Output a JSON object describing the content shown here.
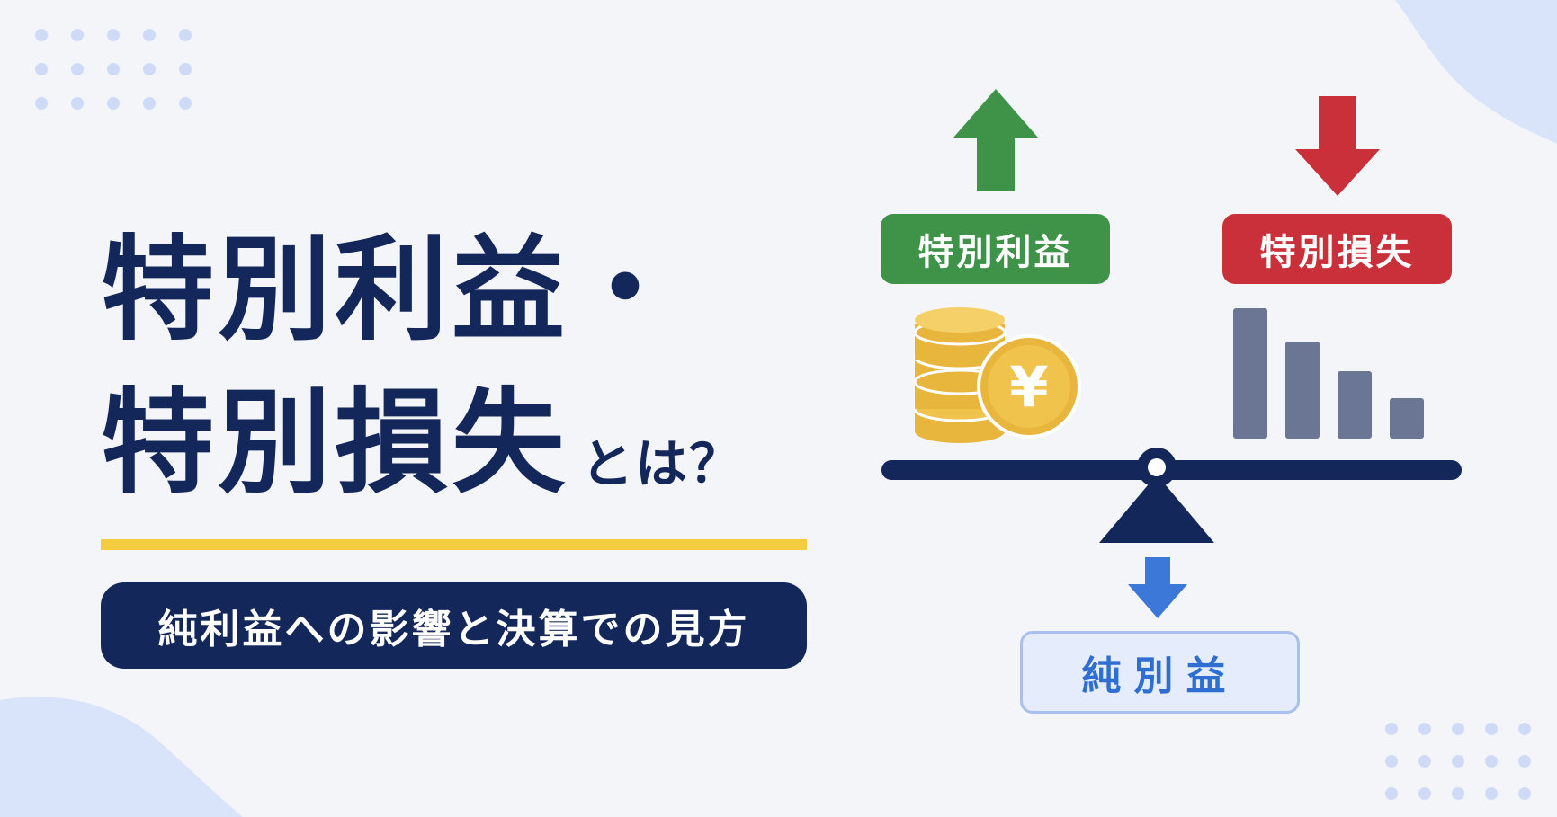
{
  "headline": {
    "line1": "特別利益・",
    "line2": "特別損失",
    "suffix": "とは？"
  },
  "subtitle": "純利益への影響と決算での見方",
  "illustration": {
    "gain_label": "特別利益",
    "loss_label": "特別損失",
    "net_label": "純別益",
    "coin_symbol": "¥",
    "colors": {
      "navy": "#14275a",
      "green": "#3f9348",
      "red": "#c9303a",
      "blue": "#2f6fd1",
      "gold": "#f0c34c",
      "bar_gray": "#6b7594",
      "accent_yellow": "#f4cd3f"
    },
    "icons": [
      "green-up-arrow-icon",
      "red-down-arrow-icon",
      "blue-down-arrow-icon",
      "coin-stack-icon",
      "yen-coin-icon",
      "declining-bars-icon",
      "balance-scale-icon"
    ]
  }
}
